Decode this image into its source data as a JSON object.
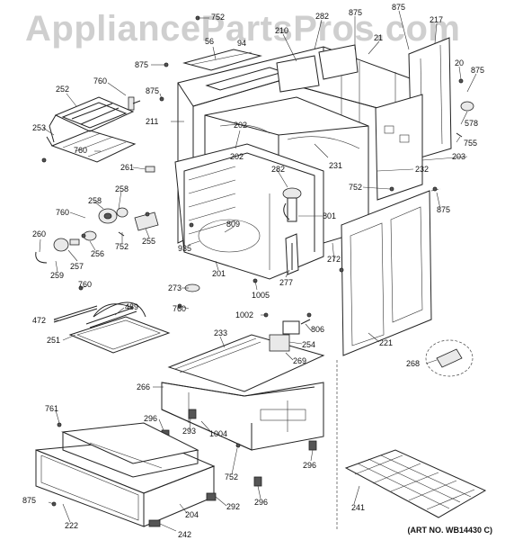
{
  "watermark": "AppliancePartsPros.com",
  "art_number": "(ART NO. WB14430 C)",
  "callouts": [
    "752",
    "282",
    "875",
    "875",
    "217",
    "56",
    "94",
    "210",
    "21",
    "20",
    "875",
    "875",
    "760",
    "875",
    "211",
    "252",
    "202",
    "578",
    "253",
    "755",
    "760",
    "203",
    "231",
    "261",
    "232",
    "202",
    "282",
    "752",
    "760",
    "258",
    "875",
    "258",
    "801",
    "260",
    "256",
    "752",
    "255",
    "809",
    "935",
    "272",
    "257",
    "201",
    "259",
    "277",
    "760",
    "273",
    "1005",
    "760",
    "472",
    "489",
    "1002",
    "806",
    "251",
    "233",
    "254",
    "269",
    "268",
    "221",
    "266",
    "761",
    "296",
    "293",
    "1004",
    "296",
    "752",
    "875",
    "296",
    "222",
    "292",
    "241",
    "204",
    "242"
  ]
}
